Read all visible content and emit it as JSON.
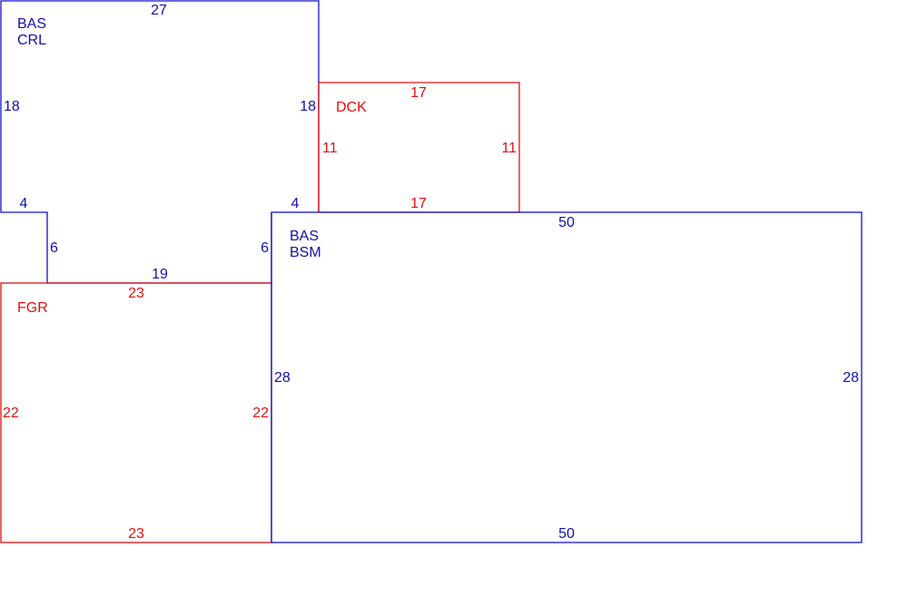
{
  "colors": {
    "bas": "#1010b0",
    "add": "#e01010"
  },
  "areas": {
    "crawl": {
      "code1": "BAS",
      "code2": "CRL",
      "dims": [
        "27",
        "18",
        "18",
        "4",
        "4",
        "6",
        "6",
        "19"
      ]
    },
    "deck": {
      "code": "DCK",
      "dims": [
        "17",
        "11",
        "11",
        "17"
      ]
    },
    "garage": {
      "code": "FGR",
      "dims": [
        "23",
        "22",
        "22",
        "23"
      ]
    },
    "basement": {
      "code1": "BAS",
      "code2": "BSM",
      "dims": [
        "50",
        "28",
        "28",
        "50"
      ]
    }
  }
}
